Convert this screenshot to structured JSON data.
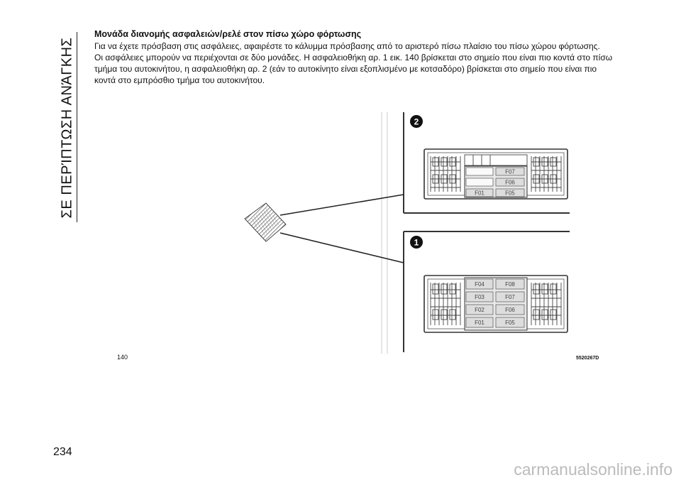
{
  "side_title": "ΣΕ ΠΕΡΊΠΤΩΣΗ ΑΝΆΓΚΗΣ",
  "section": {
    "title": "Μονάδα διανομής ασφαλειών/ρελέ στον πίσω χώρο φόρτωσης",
    "para1": "Για να έχετε πρόσβαση στις ασφάλειες, αφαιρέστε το κάλυμμα πρόσβασης από το αριστερό πίσω πλαίσιο του πίσω χώρου φόρτωσης.",
    "para2": "Οι ασφάλειες μπορούν να περιέχονται σε δύο μονάδες. Η ασφαλειοθήκη αρ. 1 εικ. 140 βρίσκεται στο σημείο που είναι πιο κοντά στο πίσω τμήμα του αυτοκινήτου, η ασφαλειοθήκη αρ. 2 (εάν το αυτοκίνητο είναι εξοπλισμένο με κοτσαδόρο) βρίσκεται στο σημείο που είναι πιο κοντά στο εμπρόσθιο τμήμα του αυτοκινήτου."
  },
  "figure": {
    "caption": "140",
    "code": "5520267D",
    "callout_2": "2",
    "callout_1": "1",
    "box2_fuses": [
      "F07",
      "F06",
      "F01",
      "F05"
    ],
    "box1_fuses": [
      "F04",
      "F08",
      "F03",
      "F07",
      "F02",
      "F06",
      "F01",
      "F05"
    ]
  },
  "page_number": "234",
  "watermark": "carmanualsonline.info"
}
